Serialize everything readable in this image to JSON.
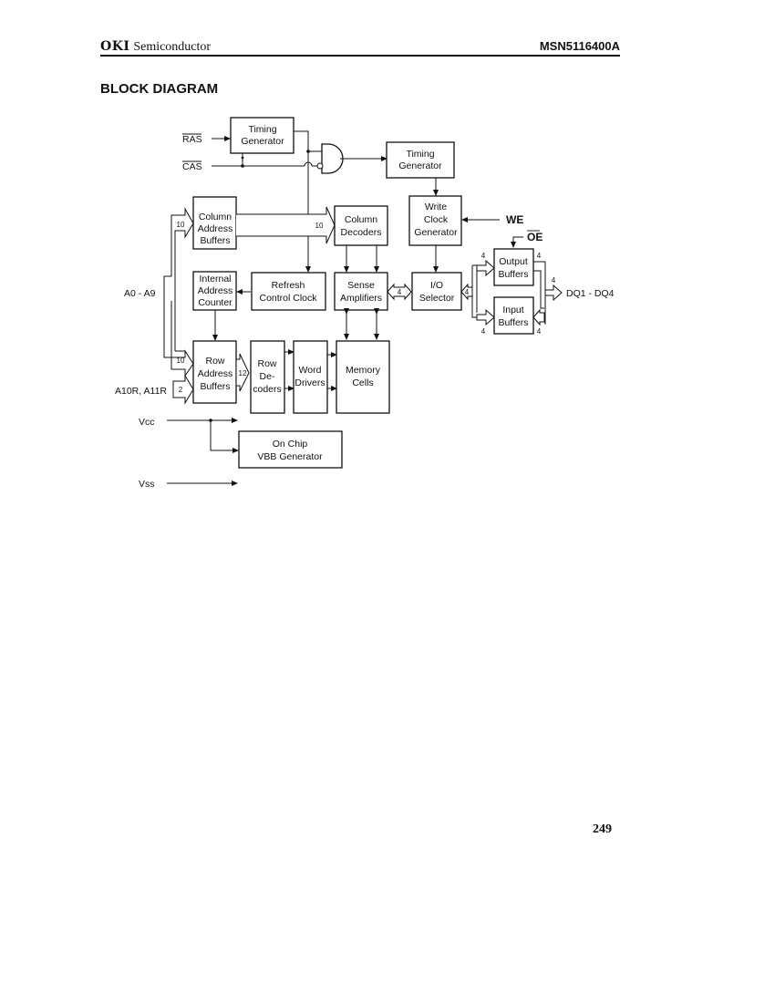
{
  "header": {
    "brand": "OKI",
    "brand_suffix": "Semiconductor",
    "part_number": "MSN5116400A"
  },
  "section_title": "BLOCK DIAGRAM",
  "page_number": "249",
  "diagram": {
    "signals": {
      "ras": "RAS",
      "cas": "CAS",
      "we": "WE",
      "oe": "OE",
      "a0_a9": "A0 - A9",
      "a10r_a11r": "A10R, A11R",
      "dq": "DQ1 - DQ4",
      "vcc": "Vcc",
      "vss": "Vss"
    },
    "blocks": {
      "timing_gen_1": [
        "Timing",
        "Generator"
      ],
      "timing_gen_2": [
        "Timing",
        "Generator"
      ],
      "column_address_buffers": [
        "Column",
        "Address",
        "Buffers"
      ],
      "column_decoders": [
        "Column",
        "Decoders"
      ],
      "write_clock_generator": [
        "Write",
        "Clock",
        "Generator"
      ],
      "internal_address_counter": [
        "Internal",
        "Address",
        "Counter"
      ],
      "refresh_control_clock": [
        "Refresh",
        "Control Clock"
      ],
      "sense_amplifiers": [
        "Sense",
        "Amplifiers"
      ],
      "io_selector": [
        "I/O",
        "Selector"
      ],
      "output_buffers": [
        "Output",
        "Buffers"
      ],
      "input_buffers": [
        "Input",
        "Buffers"
      ],
      "row_address_buffers": [
        "Row",
        "Address",
        "Buffers"
      ],
      "row_decoders": [
        "Row",
        "De-",
        "coders"
      ],
      "word_drivers": [
        "Word",
        "Drivers"
      ],
      "memory_cells": [
        "Memory",
        "Cells"
      ],
      "vbb_generator": [
        "On Chip",
        "VBB Generator"
      ]
    },
    "bus_widths": {
      "col_addr_in": "10",
      "col_dec_in": "10",
      "row_addr_in": "10",
      "row_addr_high": "2",
      "row_dec_in": "12",
      "sense_io": "4",
      "io_buf": "4",
      "out_buf_in": "4",
      "in_buf_in": "4",
      "out_buf_out": "4",
      "in_buf_out": "4",
      "dq_bus": "4"
    }
  }
}
